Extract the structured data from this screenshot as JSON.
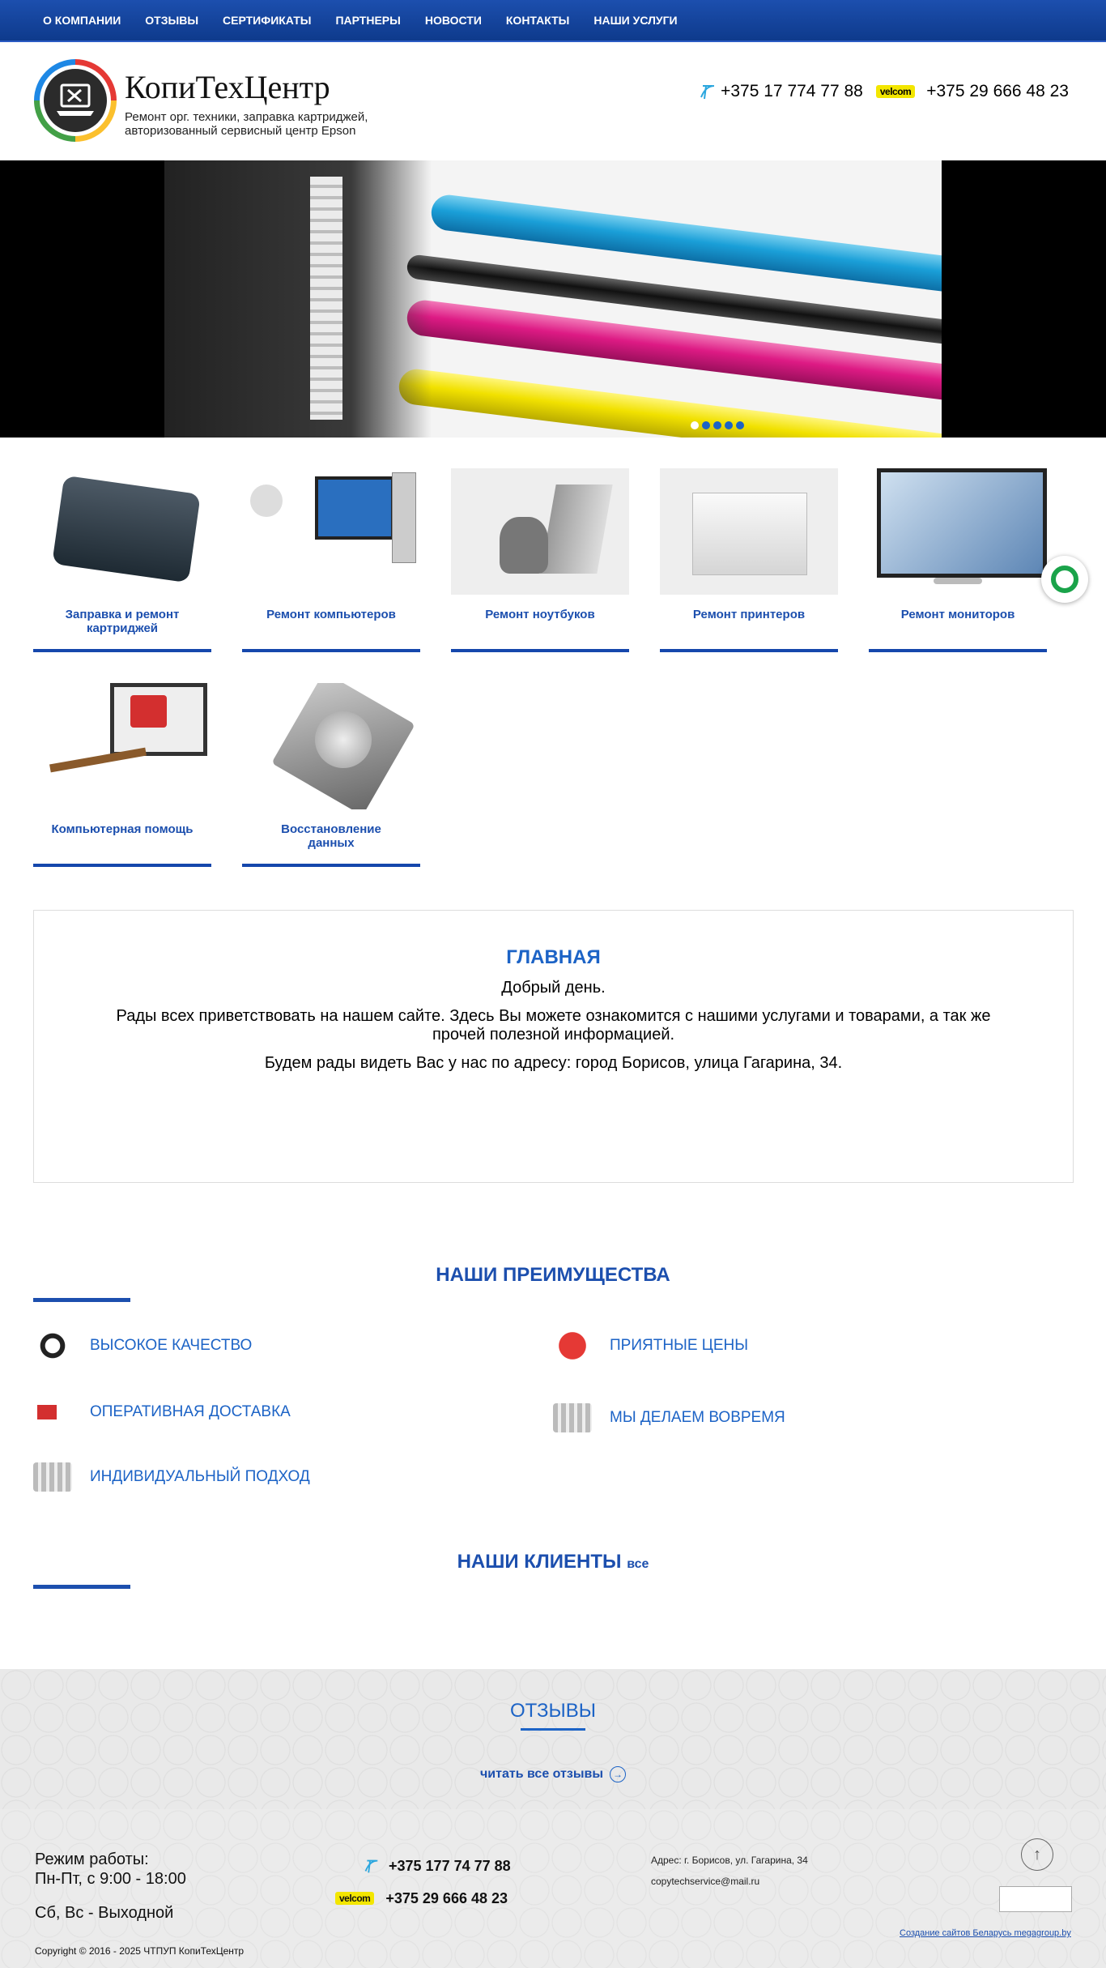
{
  "nav": [
    "О КОМПАНИИ",
    "ОТЗЫВЫ",
    "СЕРТИФИКАТЫ",
    "ПАРТНЕРЫ",
    "НОВОСТИ",
    "КОНТАКТЫ",
    "НАШИ УСЛУГИ"
  ],
  "header": {
    "brand": "КопиТехЦентр",
    "tagline": "Ремонт орг. техники, заправка картриджей, авторизованный сервисный центр Epson",
    "phone1": "+375 17 774 77 88",
    "operator": "velcom",
    "phone2": "+375 29 666 48 23"
  },
  "slider": {
    "dots": 5,
    "active": 0
  },
  "services": [
    "Заправка и ремонт картриджей",
    "Ремонт компьютеров",
    "Ремонт ноутбуков",
    "Ремонт принтеров",
    "Ремонт мониторов",
    "Компьютерная помощь",
    "Восстановление данных"
  ],
  "main": {
    "title": "ГЛАВНАЯ",
    "greeting": "Добрый день.",
    "p1": "Рады всех приветствовать на нашем сайте. Здесь Вы можете ознакомится с нашими услугами и товарами, а так же прочей полезной информацией.",
    "p2": "Будем рады видеть Вас у нас по адресу: город Борисов, улица Гагарина, 34."
  },
  "advantages": {
    "title": "НАШИ ПРЕИМУЩЕСТВА",
    "items": [
      "ВЫСОКОЕ КАЧЕСТВО",
      "ПРИЯТНЫЕ ЦЕНЫ",
      "ОПЕРАТИВНАЯ ДОСТАВКА",
      "МЫ ДЕЛАЕМ ВОВРЕМЯ",
      "ИНДИВИДУАЛЬНЫЙ ПОДХОД"
    ]
  },
  "clients": {
    "title": "НАШИ КЛИЕНТЫ",
    "all": "все"
  },
  "reviews": {
    "title": "ОТЗЫВЫ",
    "link": "читать все отзывы"
  },
  "footer": {
    "hours_title": "Режим работы:",
    "hours_weekdays": "Пн-Пт, с 9:00 - 18:00",
    "hours_weekend": "Сб, Вс - Выходной",
    "phone1": "+375 177 74 77 88",
    "operator": "velcom",
    "phone2": "+375 29 666 48 23",
    "address": "Адрес: г. Борисов, ул. Гагарина, 34",
    "email": "copytechservice@mail.ru",
    "copyright": "Copyright © 2016 - 2025 ЧТПУП КопиТехЦентр",
    "credit": "Создание сайтов Беларусь megagroup.by"
  },
  "colors": {
    "nav_blue": "#1c4fae",
    "link_blue": "#1c63c6",
    "velcom_yellow": "#f3e600",
    "chat_green": "#1aa34a"
  }
}
